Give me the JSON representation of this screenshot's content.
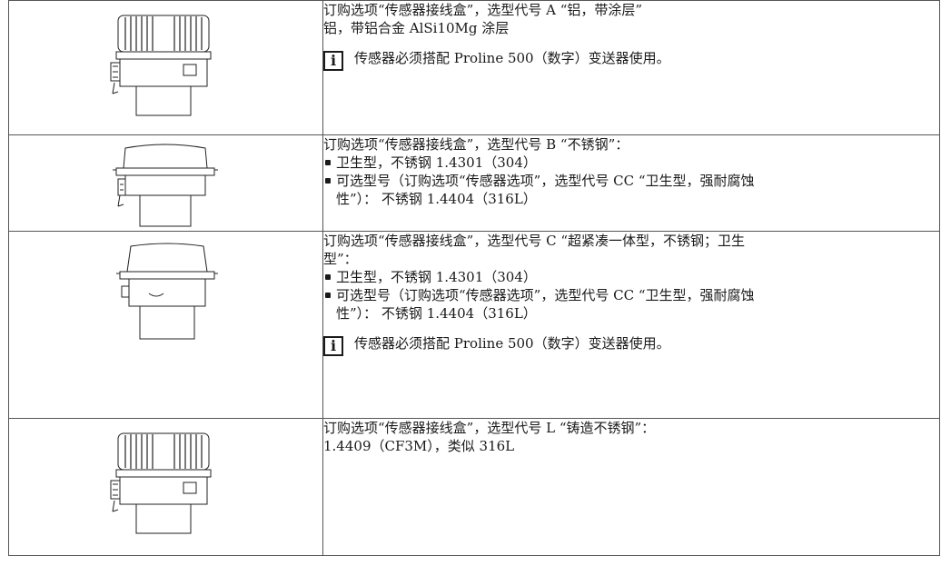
{
  "rows": [
    {
      "id": "A",
      "lines": [
        "订购选项“传感器接线盒”，选型代号 A “铝，带涂层”",
        "铝，带铝合金 AlSi10Mg 涂层"
      ],
      "note": "传感器必须搭配 Proline 500（数字）变送器使用。"
    },
    {
      "id": "B",
      "lines": [
        "订购选项“传感器接线盒”，选型代号 B “不锈钢”："
      ],
      "bullets": [
        [
          "卫生型，不锈钢 1.4301（304）"
        ],
        [
          "可选型号（订购选项“传感器选项”，选型代号 CC “卫生型，强耐腐蚀",
          "性”）： 不锈钢 1.4404（316L）"
        ]
      ]
    },
    {
      "id": "C",
      "lines": [
        "订购选项“传感器接线盒”，选型代号 C “超紧凑一体型，不锈钢；卫生",
        "型”："
      ],
      "bullets": [
        [
          "卫生型，不锈钢 1.4301（304）"
        ],
        [
          "可选型号（订购选项“传感器选项”，选型代号 CC “卫生型，强耐腐蚀",
          "性”）： 不锈钢 1.4404（316L）"
        ]
      ],
      "note": "传感器必须搭配 Proline 500（数字）变送器使用。"
    },
    {
      "id": "L",
      "lines": [
        "订购选项“传感器接线盒”，选型代号 L “铸造不锈钢”：",
        "1.4409（CF3M），类似 316L"
      ]
    }
  ],
  "icons": {
    "note": "information-icon",
    "note_glyph": "i"
  }
}
